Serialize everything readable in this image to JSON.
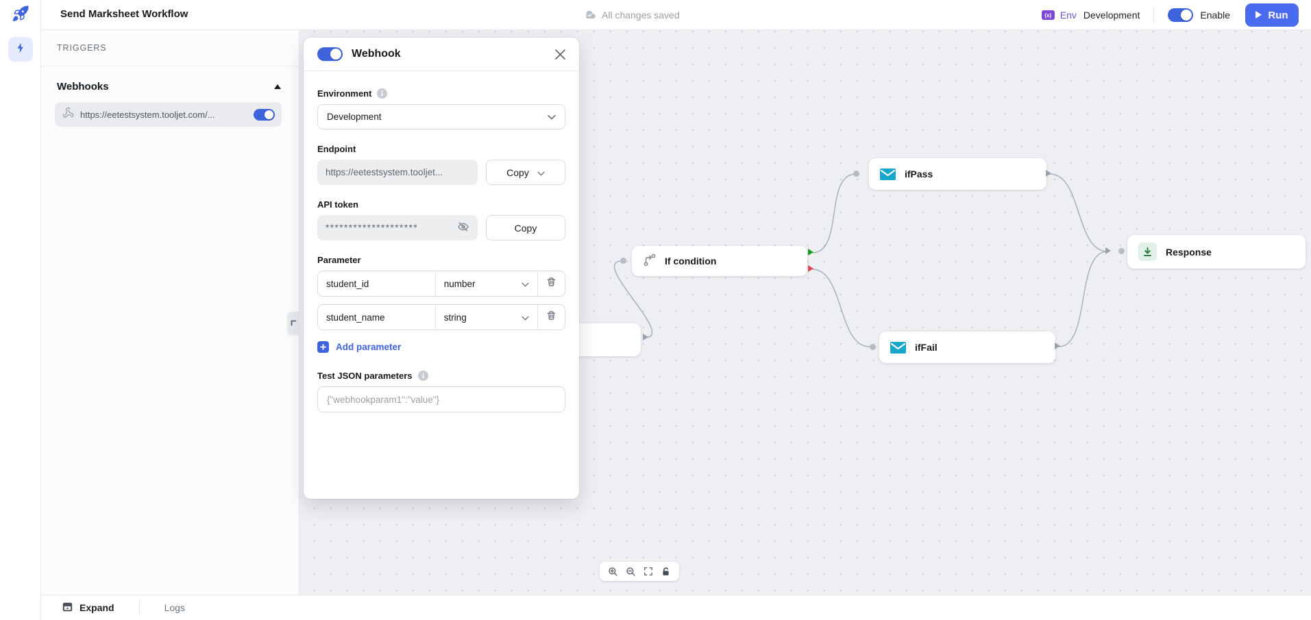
{
  "topbar": {
    "title": "Send Marksheet Workflow",
    "save_status": "All changes saved",
    "env_badge": "(x)",
    "env_label": "Env",
    "env_value": "Development",
    "enable_label": "Enable",
    "run_label": "Run",
    "enable_on": true
  },
  "sidebar": {
    "triggers_header": "TRIGGERS",
    "webhooks_title": "Webhooks",
    "webhook_url": "https://eetestsystem.tooljet.com/...",
    "webhook_enabled": true
  },
  "panel": {
    "title": "Webhook",
    "enabled": true,
    "environment": {
      "label": "Environment",
      "value": "Development"
    },
    "endpoint": {
      "label": "Endpoint",
      "value": "https://eetestsystem.tooljet...",
      "copy_label": "Copy"
    },
    "api_token": {
      "label": "API token",
      "masked_value": "********************",
      "copy_label": "Copy"
    },
    "parameters": {
      "label": "Parameter",
      "rows": [
        {
          "name": "student_id",
          "type": "number"
        },
        {
          "name": "student_name",
          "type": "string"
        }
      ],
      "add_label": "Add parameter"
    },
    "test_json": {
      "label": "Test JSON parameters",
      "placeholder": "{\"webhookparam1\":\"value\"}"
    }
  },
  "canvas": {
    "nodes": [
      {
        "id": "start",
        "label": ""
      },
      {
        "id": "if_condition",
        "label": "If condition",
        "outputs": [
          "pass",
          "fail"
        ]
      },
      {
        "id": "if_pass",
        "label": "ifPass",
        "icon": "mail-icon"
      },
      {
        "id": "if_fail",
        "label": "ifFail",
        "icon": "mail-icon"
      },
      {
        "id": "response",
        "label": "Response",
        "icon": "response-icon"
      }
    ]
  },
  "bottombar": {
    "expand_label": "Expand",
    "logs_label": "Logs"
  },
  "colors": {
    "accent_blue": "#3e63dd",
    "run_blue": "#4a6bf0",
    "env_purple": "#7d48d8",
    "pass_green": "#16a016",
    "fail_red": "#e5484d",
    "mail_cyan": "#14a7c9",
    "response_green": "#2e7d46",
    "canvas_bg": "#edeff3"
  }
}
